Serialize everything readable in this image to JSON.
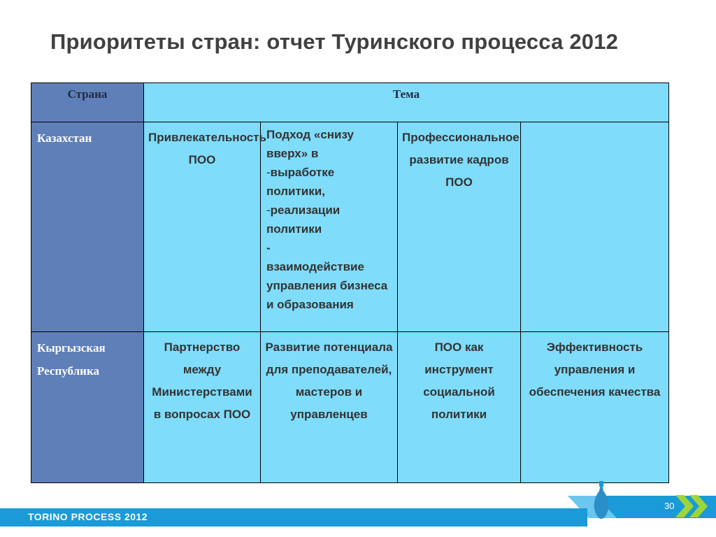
{
  "slide": {
    "title": "Приоритеты стран: отчет Туринского процесса 2012"
  },
  "table": {
    "header": {
      "country": "Страна",
      "theme": "Тема"
    },
    "kazakhstan": {
      "country": "Казахстан",
      "col1": "Привлекательность ПОО",
      "col2_intro": "Подход «снизу вверх» в",
      "col2_items": [
        "выработке политики,",
        "реализации политики",
        "взаимодействие управления бизнеса и образования"
      ],
      "col3": "Профессиональное развитие кадров ПОО",
      "col4": ""
    },
    "kyrgyzstan": {
      "country_line1": "Кыргызская",
      "country_line2": "Республика",
      "col1": "Партнерство между Министерствами в вопросах ПОО",
      "col2": "Развитие потенциала для преподавателей, мастеров и управленцев",
      "col3": "ПОО как инструмент социальной политики",
      "col4": "Эффективность управления и обеспечения качества"
    }
  },
  "footer": {
    "brand": "TORINO  PROCESS  2012",
    "page_number": "30"
  },
  "colors": {
    "country_column": "#5f7fb8",
    "theme_cells": "#7fdcfa",
    "footer_bar": "#1a9ad6",
    "chevron": "#9fd43a"
  },
  "icons": [
    "drop-icon",
    "double-chevron-icon"
  ]
}
